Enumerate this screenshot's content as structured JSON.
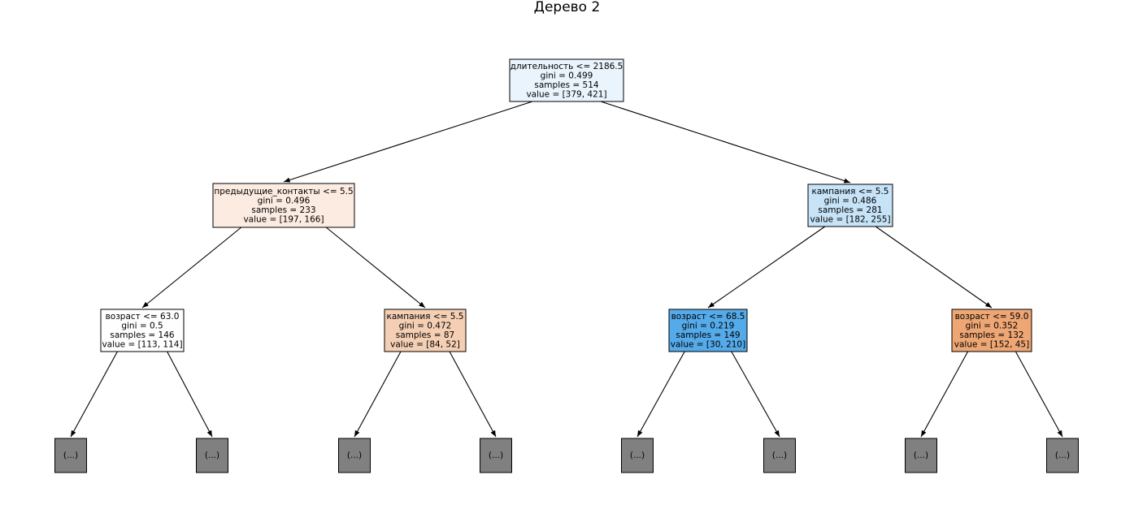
{
  "title": "Дерево 2",
  "nodes": [
    {
      "id": "root",
      "lines": [
        "длительность <= 2186.5",
        "gini = 0.499",
        "samples = 514",
        "value = [379, 421]"
      ],
      "color": "#eaf4fc"
    },
    {
      "id": "n1",
      "lines": [
        "предыдущие_контакты <= 5.5",
        "gini = 0.496",
        "samples = 233",
        "value = [197, 166]"
      ],
      "color": "#fcebe1"
    },
    {
      "id": "n2",
      "lines": [
        "кампания <= 5.5",
        "gini = 0.486",
        "samples = 281",
        "value = [182, 255]"
      ],
      "color": "#c6e3f7"
    },
    {
      "id": "n3",
      "lines": [
        "возраст <= 63.0",
        "gini = 0.5",
        "samples = 146",
        "value = [113, 114]"
      ],
      "color": "#fefeff"
    },
    {
      "id": "n4",
      "lines": [
        "кампания <= 5.5",
        "gini = 0.472",
        "samples = 87",
        "value = [84, 52]"
      ],
      "color": "#f5cfb4"
    },
    {
      "id": "n5",
      "lines": [
        "возраст <= 68.5",
        "gini = 0.219",
        "samples = 149",
        "value = [30, 210]"
      ],
      "color": "#55aae9"
    },
    {
      "id": "n6",
      "lines": [
        "возраст <= 59.0",
        "gini = 0.352",
        "samples = 132",
        "value = [152, 45]"
      ],
      "color": "#eda674"
    },
    {
      "id": "l1",
      "lines": [
        "(...)"
      ],
      "color": "#808080"
    },
    {
      "id": "l2",
      "lines": [
        "(...)"
      ],
      "color": "#808080"
    },
    {
      "id": "l3",
      "lines": [
        "(...)"
      ],
      "color": "#808080"
    },
    {
      "id": "l4",
      "lines": [
        "(...)"
      ],
      "color": "#808080"
    },
    {
      "id": "l5",
      "lines": [
        "(...)"
      ],
      "color": "#808080"
    },
    {
      "id": "l6",
      "lines": [
        "(...)"
      ],
      "color": "#808080"
    },
    {
      "id": "l7",
      "lines": [
        "(...)"
      ],
      "color": "#808080"
    },
    {
      "id": "l8",
      "lines": [
        "(...)"
      ],
      "color": "#808080"
    }
  ],
  "edges": [
    [
      "root",
      "n1"
    ],
    [
      "root",
      "n2"
    ],
    [
      "n1",
      "n3"
    ],
    [
      "n1",
      "n4"
    ],
    [
      "n2",
      "n5"
    ],
    [
      "n2",
      "n6"
    ],
    [
      "n3",
      "l1"
    ],
    [
      "n3",
      "l2"
    ],
    [
      "n4",
      "l3"
    ],
    [
      "n4",
      "l4"
    ],
    [
      "n5",
      "l5"
    ],
    [
      "n5",
      "l6"
    ],
    [
      "n6",
      "l7"
    ],
    [
      "n6",
      "l8"
    ]
  ]
}
